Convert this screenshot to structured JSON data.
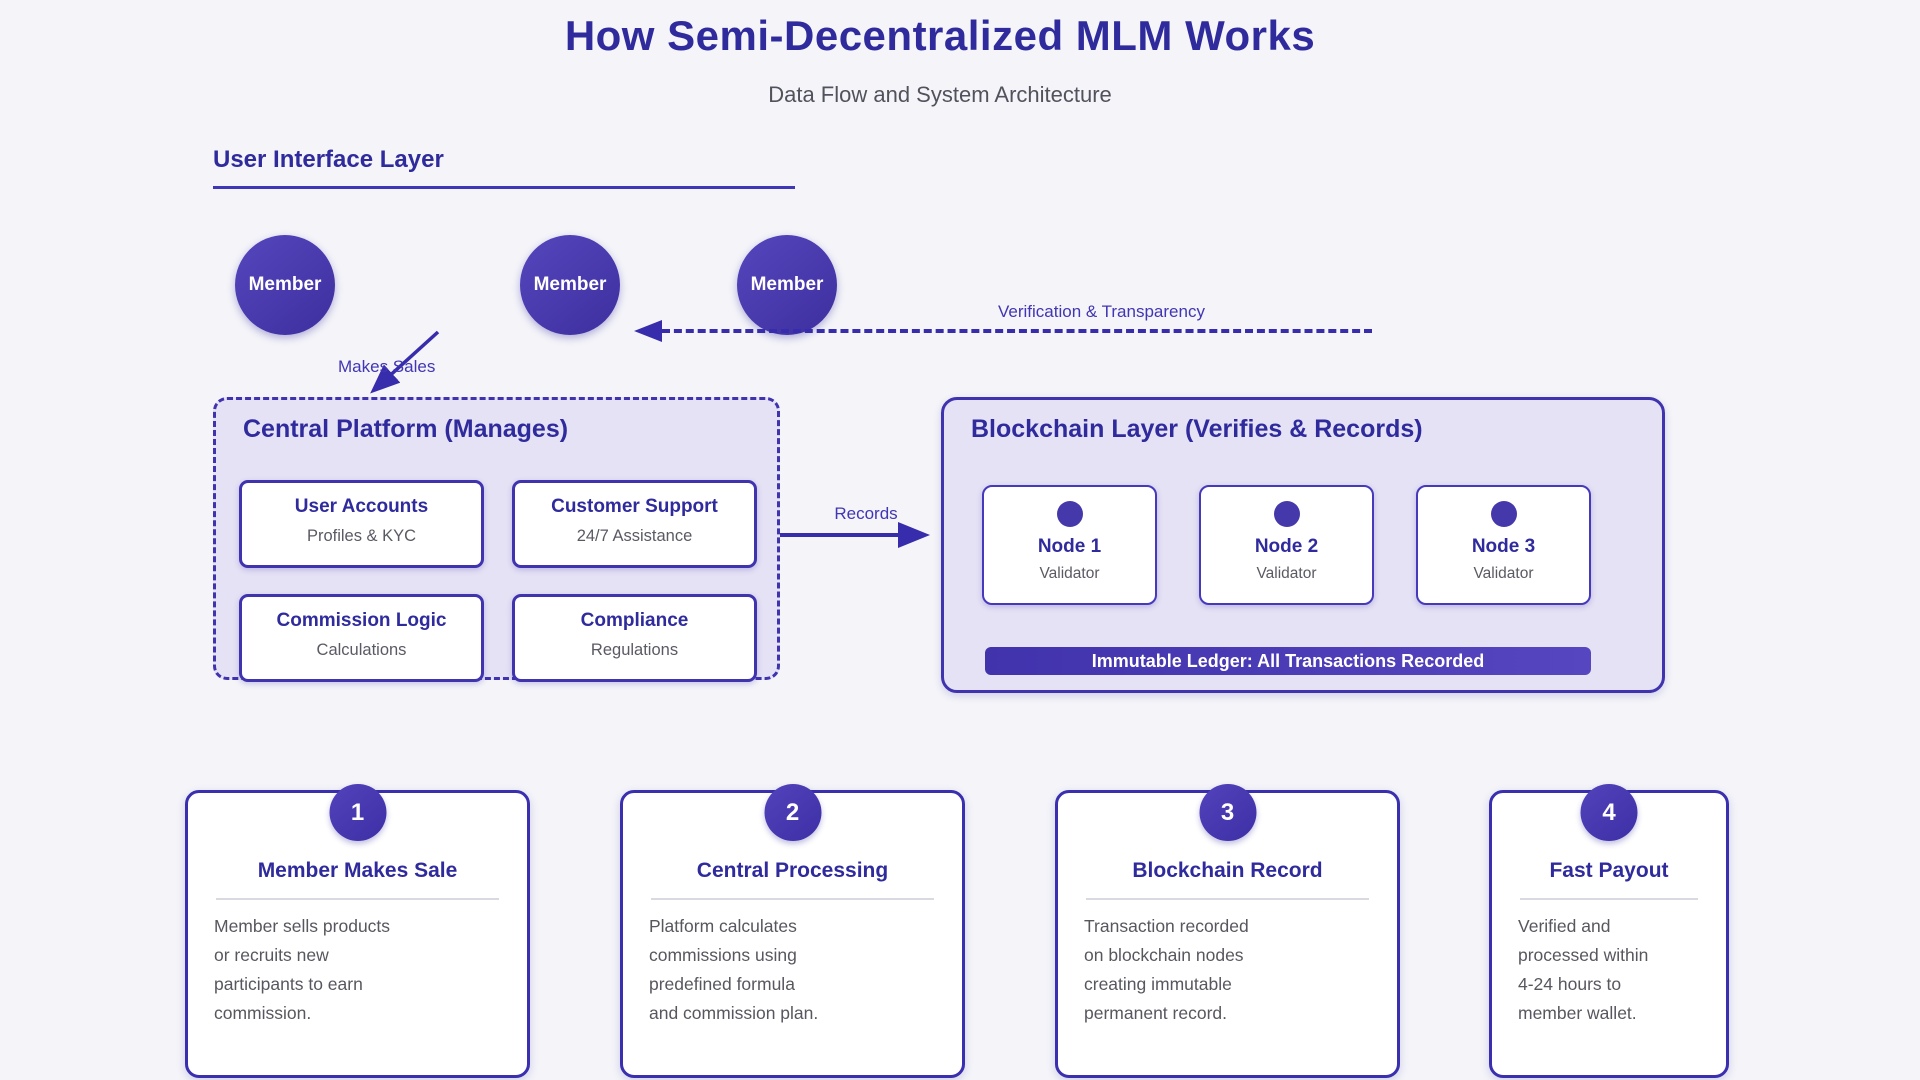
{
  "header": {
    "title": "How Semi-Decentralized MLM Works",
    "subtitle": "Data Flow and System Architecture"
  },
  "colors": {
    "primary_text": "#2f2b9d",
    "accent": "#4033ae",
    "arrow": "#372cab",
    "panel_bg": "#e5e2f5",
    "muted_text": "#5a5a64",
    "page_bg": "#f4f4f9"
  },
  "diagram": {
    "ui_layer": {
      "heading": "User Interface Layer",
      "members": [
        {
          "label": "Member"
        },
        {
          "label": "Member"
        },
        {
          "label": "Member"
        }
      ]
    },
    "flows": {
      "makes_sales": "Makes Sales",
      "verification": "Verification & Transparency",
      "records": "Records"
    },
    "central_platform": {
      "heading": "Central Platform (Manages)",
      "cards": [
        {
          "title": "User Accounts",
          "subtitle": "Profiles & KYC"
        },
        {
          "title": "Customer Support",
          "subtitle": "24/7 Assistance"
        },
        {
          "title": "Commission Logic",
          "subtitle": "Calculations"
        },
        {
          "title": "Compliance",
          "subtitle": "Regulations"
        }
      ]
    },
    "blockchain": {
      "heading": "Blockchain Layer (Verifies & Records)",
      "nodes": [
        {
          "title": "Node 1",
          "subtitle": "Validator"
        },
        {
          "title": "Node 2",
          "subtitle": "Validator"
        },
        {
          "title": "Node 3",
          "subtitle": "Validator"
        }
      ],
      "ledger": "Immutable Ledger: All Transactions Recorded"
    }
  },
  "steps": [
    {
      "number": "1",
      "title": "Member Makes Sale",
      "lines": [
        "Member sells products",
        "or recruits new",
        "participants to earn",
        "commission."
      ]
    },
    {
      "number": "2",
      "title": "Central Processing",
      "lines": [
        "Platform calculates",
        "commissions using",
        "predefined formula",
        "and commission plan."
      ]
    },
    {
      "number": "3",
      "title": "Blockchain Record",
      "lines": [
        "Transaction recorded",
        "on blockchain nodes",
        "creating immutable",
        "permanent record."
      ]
    },
    {
      "number": "4",
      "title": "Fast Payout",
      "lines": [
        "Verified and",
        "processed within",
        "4-24 hours to",
        "member wallet."
      ]
    }
  ]
}
